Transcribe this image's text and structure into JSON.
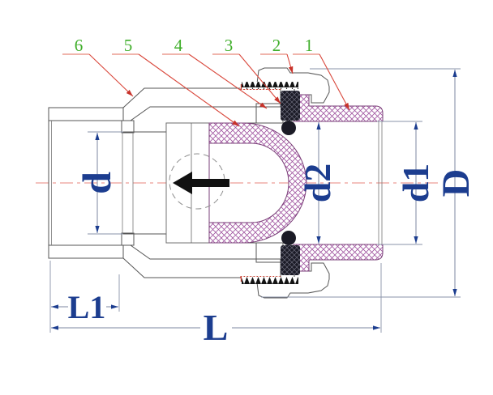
{
  "callouts": [
    {
      "label": "6"
    },
    {
      "label": "5"
    },
    {
      "label": "4"
    },
    {
      "label": "3"
    },
    {
      "label": "2"
    },
    {
      "label": "1"
    }
  ],
  "dimensions": {
    "bore": {
      "label": "d"
    },
    "d2": {
      "label": "d2"
    },
    "d1": {
      "label": "d1"
    },
    "outer": {
      "label": "D"
    },
    "socket_depth": {
      "label": "L1"
    },
    "overall_length": {
      "label": "L"
    }
  },
  "icons": {
    "flow_arrow": "left-arrow",
    "centerline": "dash-dot-line"
  },
  "colors": {
    "callout_green": "#3fae2a",
    "leader_red": "#d9473b",
    "dimension_navy": "#1c3d8f",
    "dim_line_gray": "#7c87a0",
    "centerline_pink": "#e8867c",
    "body_hatch_black": "#2f2f2f",
    "plastic_purple": "#a055a0",
    "nut_yellow_fill": "#fcf9da",
    "nut_yellow_line": "#e9e14e",
    "thread_red": "#c03428",
    "seal_black": "#1b1b26"
  }
}
